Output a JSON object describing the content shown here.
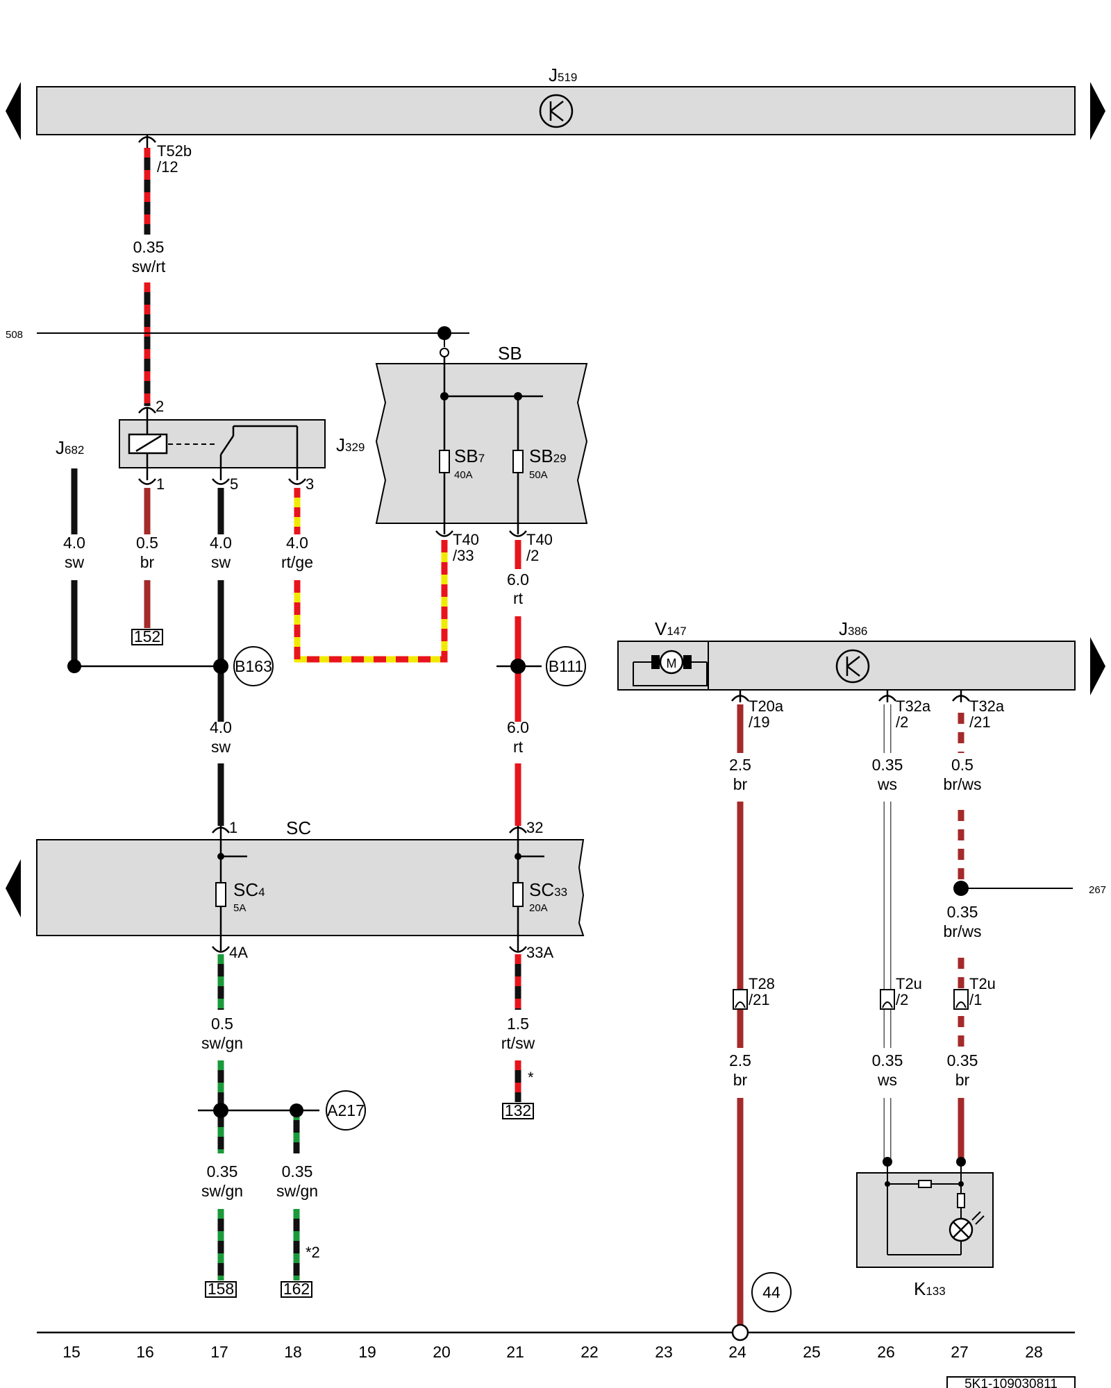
{
  "colors": {
    "black": "#111111",
    "red": "#e8141c",
    "brown": "#a52a2a",
    "green": "#1a9a3a",
    "yellow": "#f0ea00",
    "white": "#ffffff",
    "module_fill": "#dcdcdc"
  },
  "icons": [
    "arrow-left-icon",
    "arrow-right-icon",
    "control-unit-icon",
    "motor-icon",
    "relay-coil-icon",
    "fuse-icon",
    "lamp-icon"
  ],
  "modules": {
    "j519": {
      "name": "J",
      "sub": "519"
    },
    "sb": {
      "name": "SB"
    },
    "sc": {
      "name": "SC"
    },
    "j329": {
      "name": "J",
      "sub": "329"
    },
    "j682": {
      "name": "J",
      "sub": "682"
    },
    "v147": {
      "name": "V",
      "sub": "147"
    },
    "j386": {
      "name": "J",
      "sub": "386"
    },
    "k133": {
      "name": "K",
      "sub": "133"
    }
  },
  "fuses": {
    "sb7": {
      "name": "SB",
      "sub": "7",
      "rating": "40A"
    },
    "sb29": {
      "name": "SB",
      "sub": "29",
      "rating": "50A"
    },
    "sc4": {
      "name": "SC",
      "sub": "4",
      "rating": "5A"
    },
    "sc33": {
      "name": "SC",
      "sub": "33",
      "rating": "20A"
    }
  },
  "connectors": {
    "t52b_12": {
      "a": "T52b",
      "b": "/12"
    },
    "j329_pin2": "2",
    "j329_pin1": "1",
    "j329_pin5": "5",
    "j329_pin3": "3",
    "t40_33": {
      "a": "T40",
      "b": "/33"
    },
    "t40_2": {
      "a": "T40",
      "b": "/2"
    },
    "sc_pin1": "1",
    "sc_pin32": "32",
    "sc_pin4a": "4A",
    "sc_pin33a": "33A",
    "t20a_19": {
      "a": "T20a",
      "b": "/19"
    },
    "t32a_2": {
      "a": "T32a",
      "b": "/2"
    },
    "t32a_21": {
      "a": "T32a",
      "b": "/21"
    },
    "t28_21": {
      "a": "T28",
      "b": "/21"
    },
    "t2u_2": {
      "a": "T2u",
      "b": "/2"
    },
    "t2u_1": {
      "a": "T2u",
      "b": "/1"
    }
  },
  "wires": {
    "w16a": {
      "size": "0.35",
      "color": "sw/rt"
    },
    "w15": {
      "size": "4.0",
      "color": "sw"
    },
    "w16b": {
      "size": "0.5",
      "color": "br"
    },
    "w17a": {
      "size": "4.0",
      "color": "sw"
    },
    "w18": {
      "size": "4.0",
      "color": "rt/ge"
    },
    "w21a": {
      "size": "6.0",
      "color": "rt"
    },
    "w17b": {
      "size": "4.0",
      "color": "sw"
    },
    "w21b": {
      "size": "6.0",
      "color": "rt"
    },
    "w24a": {
      "size": "2.5",
      "color": "br"
    },
    "w26a": {
      "size": "0.35",
      "color": "ws"
    },
    "w27a": {
      "size": "0.5",
      "color": "br/ws"
    },
    "w27b": {
      "size": "0.35",
      "color": "br/ws"
    },
    "w17c": {
      "size": "0.5",
      "color": "sw/gn"
    },
    "w21c": {
      "size": "1.5",
      "color": "rt/sw"
    },
    "w24b": {
      "size": "2.5",
      "color": "br"
    },
    "w26b": {
      "size": "0.35",
      "color": "ws"
    },
    "w27c": {
      "size": "0.35",
      "color": "br"
    },
    "w17d": {
      "size": "0.35",
      "color": "sw/gn"
    },
    "w18b": {
      "size": "0.35",
      "color": "sw/gn"
    }
  },
  "refs": {
    "r508": "508",
    "r267": "267",
    "r152": "152",
    "r132": "132",
    "r158": "158",
    "r162": "162"
  },
  "notes": {
    "star": "*",
    "star2": "*2"
  },
  "grounds": {
    "b163": "B163",
    "b111": "B111",
    "a217": "A217",
    "g44": "44"
  },
  "motor_label": "M",
  "grid": [
    "15",
    "16",
    "17",
    "18",
    "19",
    "20",
    "21",
    "22",
    "23",
    "24",
    "25",
    "26",
    "27",
    "28"
  ],
  "drawing_id": "5K1-109030811"
}
